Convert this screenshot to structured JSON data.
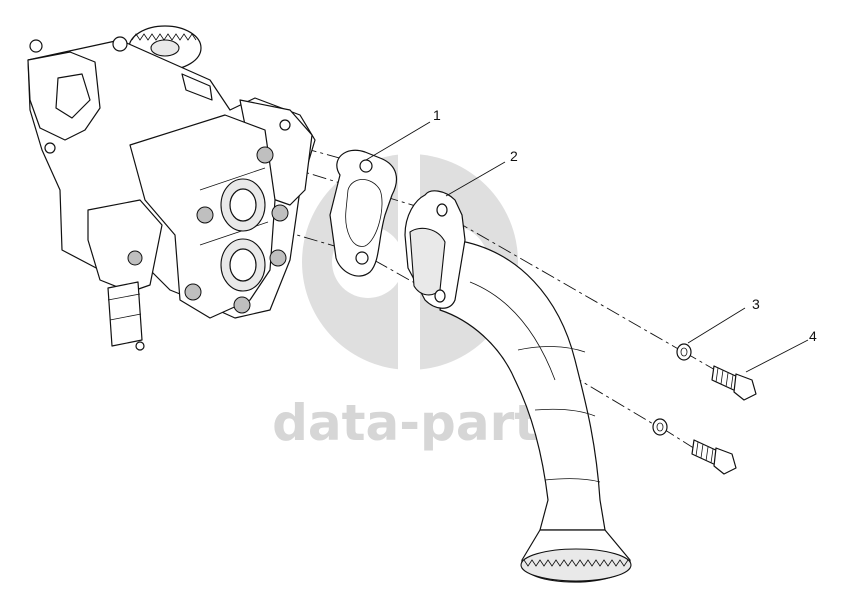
{
  "watermark": {
    "text": "data-parts",
    "color": "#d6d6d6"
  },
  "callouts": [
    {
      "id": "1",
      "label": "1"
    },
    {
      "id": "2",
      "label": "2"
    },
    {
      "id": "3",
      "label": "3"
    },
    {
      "id": "4",
      "label": "4"
    }
  ],
  "colors": {
    "line": "#111111",
    "background": "#ffffff"
  }
}
